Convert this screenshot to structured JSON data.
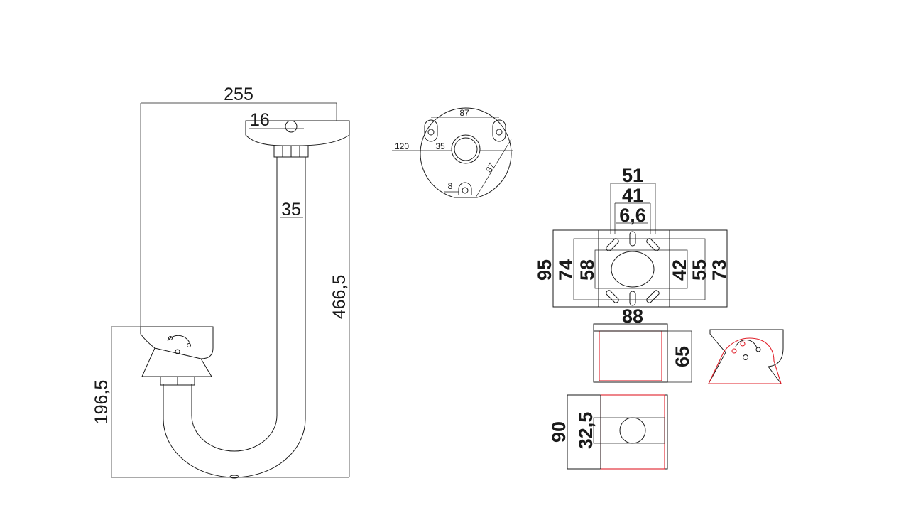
{
  "side_view": {
    "dim_width": "255",
    "dim_plate": "16",
    "dim_pipe": "35",
    "dim_height": "466,5",
    "dim_lower": "196,5"
  },
  "top_view": {
    "dim_holes_h": "87",
    "dim_dia": "120",
    "dim_center": "35",
    "dim_holes_d": "87",
    "dim_slot": "8"
  },
  "mount_plate": {
    "dim_51": "51",
    "dim_41": "41",
    "dim_66": "6,6",
    "dim_95": "95",
    "dim_74": "74",
    "dim_58": "58",
    "dim_42": "42",
    "dim_55": "55",
    "dim_73": "73",
    "dim_88": "88",
    "dim_65": "65",
    "dim_90": "90",
    "dim_325": "32,5"
  },
  "colors": {
    "line": "#1a1a1a",
    "highlight": "#e0202a"
  }
}
